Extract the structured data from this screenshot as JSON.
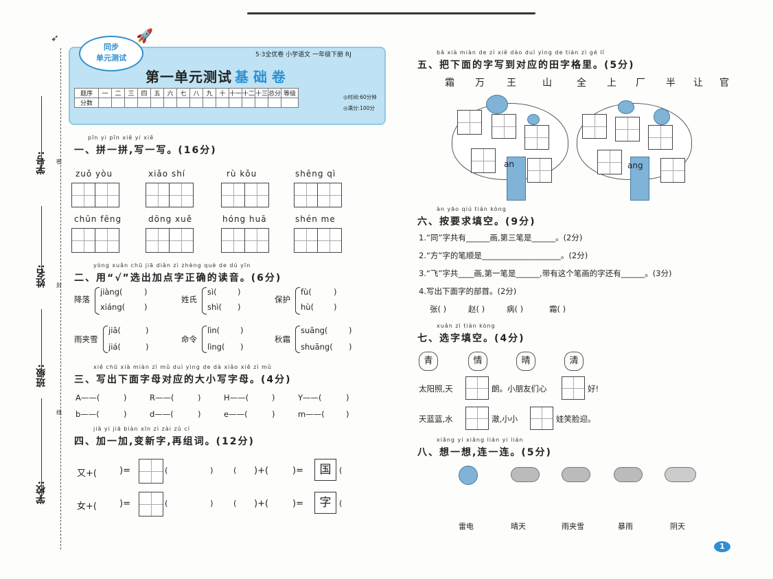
{
  "binding": {
    "labels": [
      "学号:",
      "姓名:",
      "班级:",
      "学校:"
    ],
    "cuts": [
      "密",
      "封",
      "线"
    ]
  },
  "header": {
    "badge_line1": "同步",
    "badge_line2": "单元测试",
    "top_right": "5·3全优卷  小学语文  一年级下册  RJ",
    "title": "第一单元测试",
    "subtitle": "基 础 卷",
    "score_row1": [
      "题序",
      "一",
      "二",
      "三",
      "四",
      "五",
      "六",
      "七",
      "八",
      "九",
      "十",
      "十一",
      "十二",
      "十三",
      "总分",
      "等级"
    ],
    "score_row2": [
      "分数"
    ],
    "time": "◎时间:60分钟",
    "total": "◎满分:100分"
  },
  "s1": {
    "pinyin": "pīn yi pīn  xiě yi xiě",
    "title": "一、拼一拼,写一写。(16分)",
    "row1": [
      "zuǒ yòu",
      "xiǎo shí",
      "rù kǒu",
      "shēng qì"
    ],
    "row2": [
      "chūn fēng",
      "dōng xuě",
      "hóng huā",
      "shén me"
    ]
  },
  "s2": {
    "pinyin": "yòng          xuǎn chū jiā diǎn zì zhèng què de dú yīn",
    "title": "二、用“√”选出加点字正确的读音。(6分)",
    "items": [
      {
        "word": "降落",
        "a": "jiàng(",
        "b": "xiáng(",
        "close": ")"
      },
      {
        "word": "姓氏",
        "a": "sì(",
        "b": "shì(",
        "close": ")"
      },
      {
        "word": "保护",
        "a": "fù(",
        "b": "hù(",
        "close": ")"
      },
      {
        "word": "雨夹雪",
        "a": "jiā(",
        "b": "jiá(",
        "close": ")"
      },
      {
        "word": "命令",
        "a": "lìn(",
        "b": "lìng(",
        "close": ")"
      },
      {
        "word": "秋霜",
        "a": "suāng(",
        "b": "shuāng(",
        "close": ")"
      }
    ]
  },
  "s3": {
    "pinyin": "xiě chū xià miàn zì mǔ duì yìng de dà xiǎo xiě zì mǔ",
    "title": "三、写出下面字母对应的大小写字母。(4分)",
    "row1": [
      "A——(",
      "R——(",
      "H——(",
      "Y——("
    ],
    "row2": [
      "b——(",
      "d——(",
      "e——(",
      "m——("
    ],
    "close": ")"
  },
  "s4": {
    "pinyin": "jiā yi jiā  biàn xīn zì  zài zǔ cí",
    "title": "四、加一加,变新字,再组词。(12分)",
    "left1": "又+(",
    "left2": "女+(",
    "eq": ")=",
    "paren_open": "(",
    "paren_close": ")",
    "mid": ")+(",
    "char1": "国",
    "char2": "字"
  },
  "s5": {
    "pinyin": "bǎ xià miàn de  zì xiě dào duì yìng de tián zì gé lǐ",
    "title": "五、把下面的字写到对应的田字格里。(5分)",
    "chars": [
      "霜",
      "万",
      "王",
      "山",
      "全",
      "上",
      "厂",
      "半",
      "让",
      "官"
    ],
    "tree1": "an",
    "tree2": "ang"
  },
  "s6": {
    "pinyin": "àn yāo qiú tián kòng",
    "title": "六、按要求填空。(9分)",
    "q1": "1.“同”字共有______画,第三笔是______。(2分)",
    "q2": "2.“方”字的笔顺是____________________。(2分)",
    "q3": "3.“飞”字共____画,第一笔是______,带有这个笔画的字还有______。(3分)",
    "q4": "4.写出下面字的部首。(2分)",
    "radicals": [
      "张(    )",
      "赵(    )",
      "病(    )",
      "霜(    )"
    ]
  },
  "s7": {
    "pinyin": "xuǎn zì tián kòng",
    "title": "七、选字填空。(4分)",
    "options": [
      "青",
      "情",
      "晴",
      "清"
    ],
    "l1a": "太阳照,天",
    "l1b": "朗。小朋友们心",
    "l1c": "好!",
    "l2a": "天蓝蓝,水",
    "l2b": "澈,小小",
    "l2c": "娃笑脸迎。"
  },
  "s8": {
    "pinyin": "xiǎng yi xiǎng  lián yi lián",
    "title": "八、想一想,连一连。(5分)",
    "labels": [
      "雷电",
      "晴天",
      "雨夹雪",
      "暴雨",
      "阴天"
    ]
  },
  "page_number": "1",
  "colors": {
    "header_bg": "#bfe3f4",
    "accent_blue": "#2f8fd0",
    "trunk": "#7fb3d8"
  }
}
